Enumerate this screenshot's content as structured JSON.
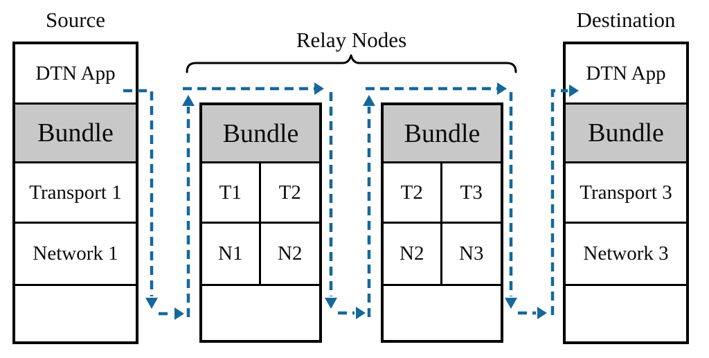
{
  "relay_group": {
    "label": "Relay Nodes"
  },
  "source": {
    "title": "Source",
    "layers": [
      "DTN App",
      "Bundle",
      "Transport 1",
      "Network 1",
      ""
    ]
  },
  "relay1": {
    "bundle_label": "Bundle",
    "transport_cells": [
      "T1",
      "T2"
    ],
    "network_cells": [
      "N1",
      "N2"
    ]
  },
  "relay2": {
    "bundle_label": "Bundle",
    "transport_cells": [
      "T2",
      "T3"
    ],
    "network_cells": [
      "N2",
      "N3"
    ]
  },
  "destination": {
    "title": "Destination",
    "layers": [
      "DTN App",
      "Bundle",
      "Transport 3",
      "Network 3",
      ""
    ]
  },
  "colors": {
    "arrow_blue": "#15689C",
    "bundle_fill": "#C8C8C8",
    "border_black": "#000000"
  }
}
